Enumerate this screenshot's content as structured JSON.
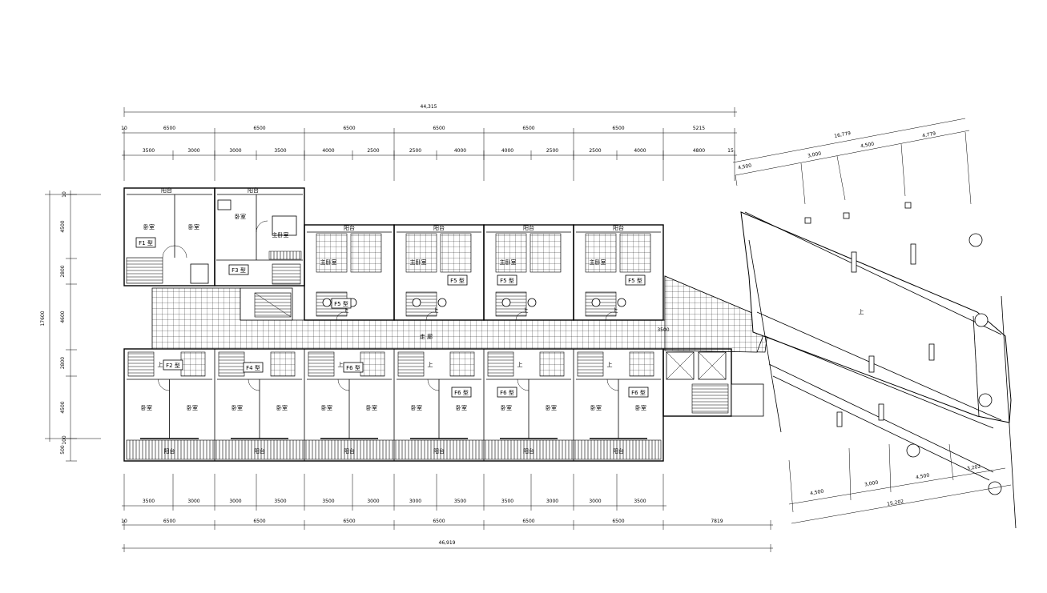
{
  "top": {
    "overall": "44,315",
    "row1": [
      "6500",
      "6500",
      "6500",
      "6500",
      "6500",
      "6500",
      "5215"
    ],
    "row2": [
      "3500",
      "3000",
      "3000",
      "3500",
      "4000",
      "2500",
      "2500",
      "4000",
      "4000",
      "2500",
      "2500",
      "4000",
      "4800"
    ],
    "edge_left": "10",
    "edge_right": "15"
  },
  "bottom": {
    "overall": "46,919",
    "row1": [
      "6500",
      "6500",
      "6500",
      "6500",
      "6500",
      "6500",
      "7819"
    ],
    "row2": [
      "3500",
      "3000",
      "3000",
      "3500",
      "3500",
      "3000",
      "3000",
      "3500",
      "3500",
      "3000",
      "3000",
      "3500"
    ],
    "edge_left": "10"
  },
  "left": {
    "overall": "17600",
    "parts": [
      "4500",
      "2800",
      "4600",
      "2800",
      "4500",
      "500"
    ],
    "edge": [
      "10",
      "100"
    ]
  },
  "right_site": {
    "top_overall": "16,779",
    "top_parts": [
      "4,500",
      "3,000",
      "4,500",
      "4,779"
    ],
    "bottom_overall": "15,202",
    "bottom_parts": [
      "4,500",
      "3,000",
      "4,500",
      "3,202"
    ]
  },
  "units_north": [
    "F1 型",
    "F3 型",
    "F5 型",
    "F5 型",
    "F5 型",
    "F5 型"
  ],
  "units_south": [
    "F2 型",
    "F4 型",
    "F6 型",
    "F6 型",
    "F6 型",
    "F6 型"
  ],
  "rooms": {
    "bedroom": "卧室",
    "master_bedroom": "主卧室",
    "balcony": "阳台",
    "up": "上",
    "corridor": "走 廊"
  }
}
